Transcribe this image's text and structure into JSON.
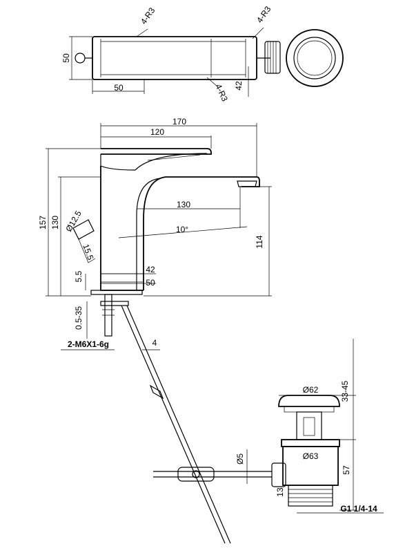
{
  "top_view": {
    "dim_width": "50",
    "dim_height": "50",
    "dim_depth": "42",
    "radius_top_left": "4-R3",
    "radius_top_right": "4-R3",
    "radius_bottom": "4-R3"
  },
  "side_view": {
    "dim_total_length": "170",
    "dim_handle_length": "120",
    "dim_spout_reach": "130",
    "dim_total_height": "157",
    "dim_body_height": "130",
    "dim_outlet_height": "114",
    "dim_angle": "10°",
    "dim_hose_diameter": "Ø12.5",
    "dim_hose_offset": "15.5",
    "dim_base_gap": "5.5",
    "dim_base_width_42": "42",
    "dim_base_width_50": "50",
    "dim_thickness": "0.5-35",
    "dim_thread": "2-M6X1-6g",
    "dim_rod": "4"
  },
  "waste_view": {
    "dim_cap_diameter": "Ø62",
    "dim_flange_diameter": "Ø63",
    "dim_cap_height": "33-45",
    "dim_body_height": "57",
    "dim_rod_diameter": "Ø5",
    "dim_side": "13",
    "dim_thread": "G1 1/4-14"
  }
}
